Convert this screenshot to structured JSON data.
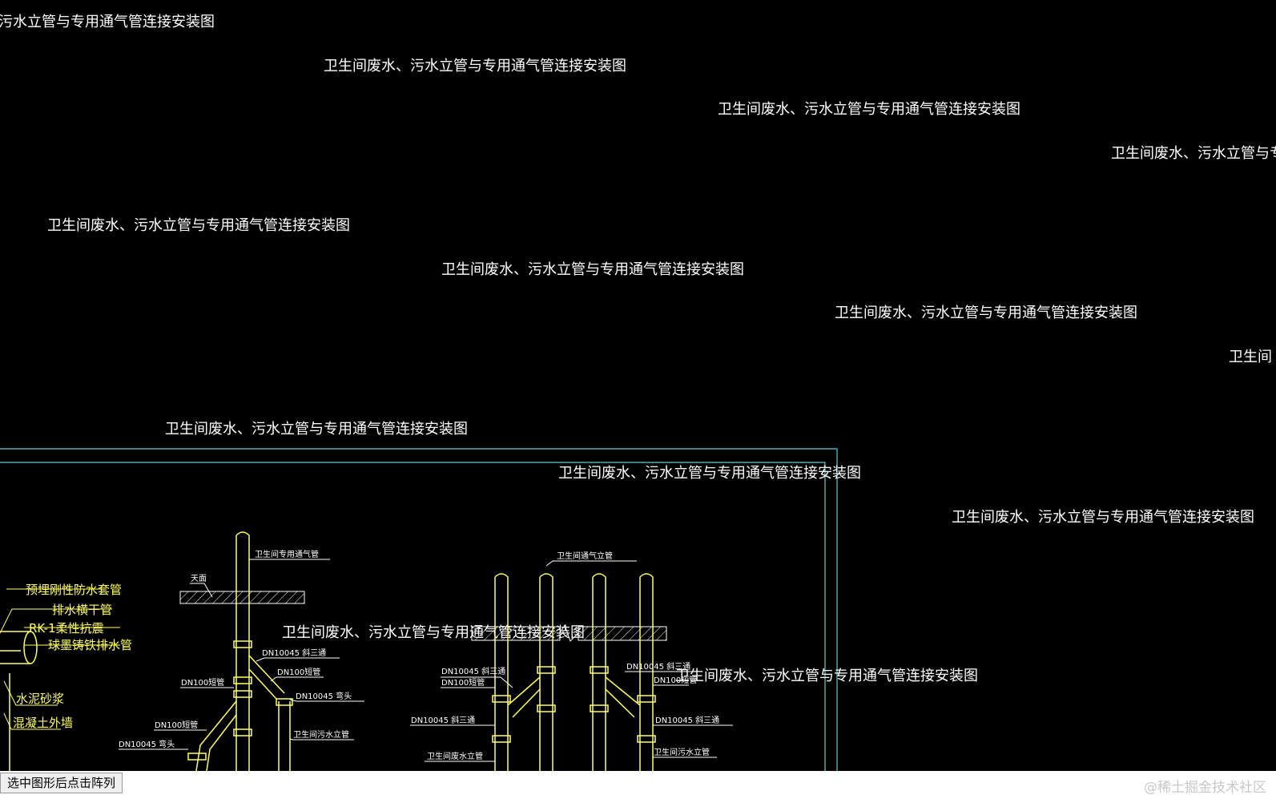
{
  "canvas": {
    "background": "#000000",
    "repeated_title": "卫生间废水、污水立管与专用通气管连接安装图",
    "partial_title_top_left": "污水立管与专用通气管连接安装图",
    "partial_title_right_mid": "卫生间",
    "partial_title_right_top": "卫生间废水、污水立管与专用"
  },
  "drawing": {
    "left_labels": {
      "embedded_sleeve": "预埋刚性防水套管",
      "drain_trunk": "排水横干管",
      "rk1_line1": "RK-1柔性抗震",
      "rk1_line2": "球墨铸铁排水管",
      "cement_mortar": "水泥砂浆",
      "concrete_wall": "混凝土外墙"
    },
    "mid_labels": {
      "vent_pipe": "卫生间专用通气管",
      "ceiling": "天面",
      "tee_45": "DN10045 斜三通",
      "branch_pipe": "DN100短管",
      "elbow_45": "DN10045 弯头",
      "dn100_pipe": "DN100短管",
      "dn100_pipe_b": "DN100短管",
      "elbow_45_b": "DN10045 弯头",
      "sewage_riser": "卫生间污水立管"
    },
    "right_labels": {
      "vent_pipe": "卫生间通气立管",
      "tee_left": "DN10045 斜三通",
      "pipe_left": "DN100短管",
      "tee_left_b": "DN10045 斜三通",
      "waste_riser": "卫生间废水立管",
      "tee_right": "DN10045 斜三通",
      "pipe_right": "DN100短管",
      "tee_right_b": "DN10045 斜三通",
      "sewage_riser": "卫生间污水立管"
    }
  },
  "toolbar": {
    "array_button_label": "选中图形后点击阵列"
  },
  "watermark": "@稀土掘金技术社区",
  "colors": {
    "accent_yellow": "#ffff66",
    "frame_cyan": "#66cccc",
    "text_white": "#ffffff"
  }
}
